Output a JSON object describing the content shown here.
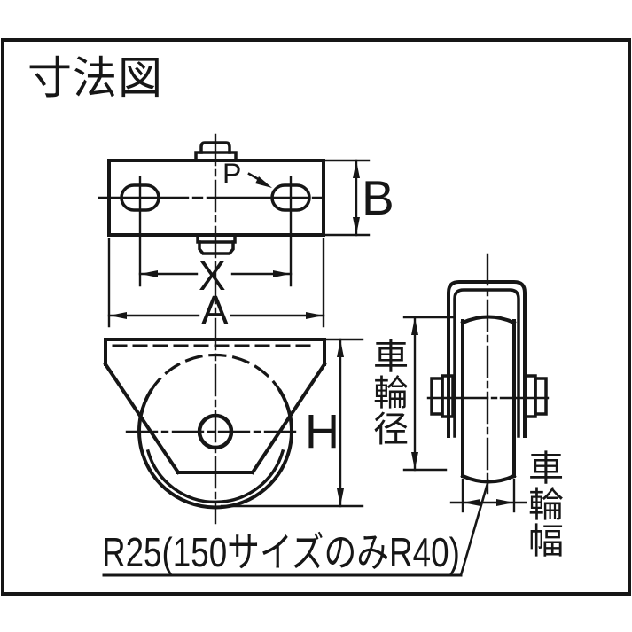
{
  "title": "寸法図",
  "top_view": {
    "pitch_label": "P",
    "plate_depth_label": "B",
    "bolt_pitch_label": "X",
    "plate_width_label": "A"
  },
  "front_view": {
    "height_label": "H"
  },
  "side_view": {
    "wheel_diameter_label": "車輪径",
    "wheel_width_label": "車輪幅"
  },
  "footnote": {
    "radius_note": "R25(150サイズのみR40)"
  },
  "colors": {
    "line": "#161616",
    "background": "#ffffff"
  }
}
